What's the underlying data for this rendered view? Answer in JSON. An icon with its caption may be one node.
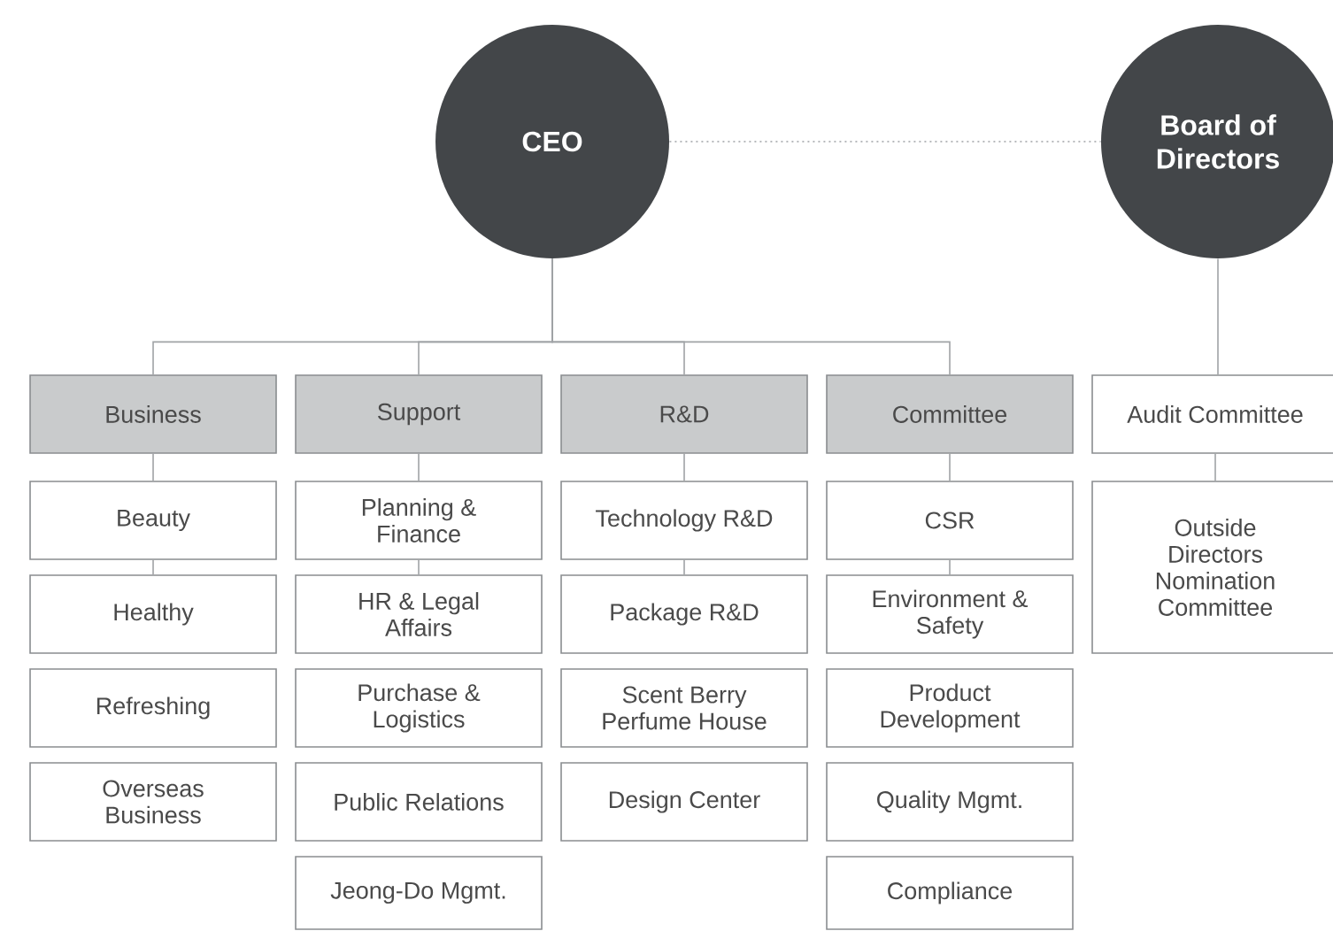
{
  "diagram": {
    "nodes": [
      {
        "text": [
          "CEO"
        ]
      },
      {
        "text": [
          "Board of Directors"
        ]
      },
      {
        "text": [
          "Business"
        ]
      },
      {
        "text": [
          "Support"
        ]
      },
      {
        "text": [
          "R&D"
        ]
      },
      {
        "text": [
          "Committee"
        ]
      },
      {
        "text": [
          "Audit Committee"
        ]
      },
      {
        "text": [
          "Beauty"
        ]
      },
      {
        "text": [
          "Healthy"
        ]
      },
      {
        "text": [
          "Refreshing"
        ]
      },
      {
        "text": [
          "Overseas Business"
        ]
      },
      {
        "text": [
          "Planning & Finance"
        ]
      },
      {
        "text": [
          "HR & Legal Affairs"
        ]
      },
      {
        "text": [
          "Purchase & Logistics"
        ]
      },
      {
        "text": [
          "Public Relations"
        ]
      },
      {
        "text": [
          "Jeong-Do Mgmt."
        ]
      },
      {
        "text": [
          "Technology R&D"
        ]
      },
      {
        "text": [
          "Package R&D"
        ]
      },
      {
        "text": [
          "Scent Berry Perfume House"
        ]
      },
      {
        "text": [
          "Design Center"
        ]
      },
      {
        "text": [
          "CSR"
        ]
      },
      {
        "text": [
          "Environment & Safety"
        ]
      },
      {
        "text": [
          "Product Development"
        ]
      },
      {
        "text": [
          "Quality Mgmt."
        ]
      },
      {
        "text": [
          "Compliance"
        ]
      },
      {
        "text": [
          "Outside Directors Nomination Committee"
        ]
      }
    ],
    "edges": [
      {
        "from": 0,
        "to": 1,
        "arrow": "none",
        "style": "dashed"
      },
      {
        "from": 0,
        "to": 2,
        "arrow": "none"
      },
      {
        "from": 0,
        "to": 3,
        "arrow": "none"
      },
      {
        "from": 0,
        "to": 4,
        "arrow": "none"
      },
      {
        "from": 0,
        "to": 5,
        "arrow": "none"
      },
      {
        "from": 1,
        "to": 6,
        "arrow": "none"
      },
      {
        "from": 2,
        "to": 7,
        "arrow": "none"
      },
      {
        "from": 7,
        "to": 8,
        "arrow": "none"
      },
      {
        "from": 3,
        "to": 11,
        "arrow": "none"
      },
      {
        "from": 11,
        "to": 12,
        "arrow": "none"
      },
      {
        "from": 4,
        "to": 16,
        "arrow": "none"
      },
      {
        "from": 16,
        "to": 17,
        "arrow": "none"
      },
      {
        "from": 5,
        "to": 20,
        "arrow": "none"
      },
      {
        "from": 20,
        "to": 21,
        "arrow": "none"
      },
      {
        "from": 6,
        "to": 25,
        "arrow": "none"
      }
    ]
  }
}
